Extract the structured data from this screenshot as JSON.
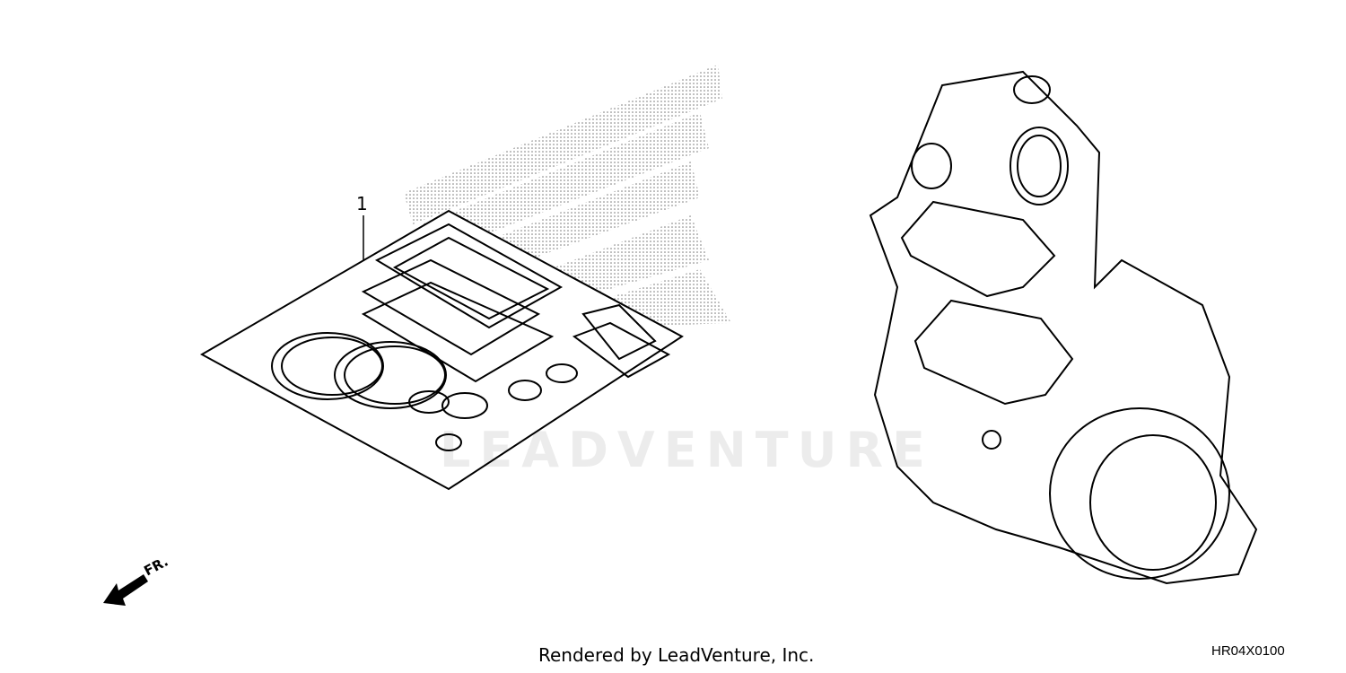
{
  "diagram": {
    "callouts": [
      {
        "label": "1"
      }
    ],
    "direction_label": "FR.",
    "watermark": "LEADVENTURE",
    "credit": "Rendered by LeadVenture, Inc.",
    "diagram_code": "HR04X0100"
  }
}
